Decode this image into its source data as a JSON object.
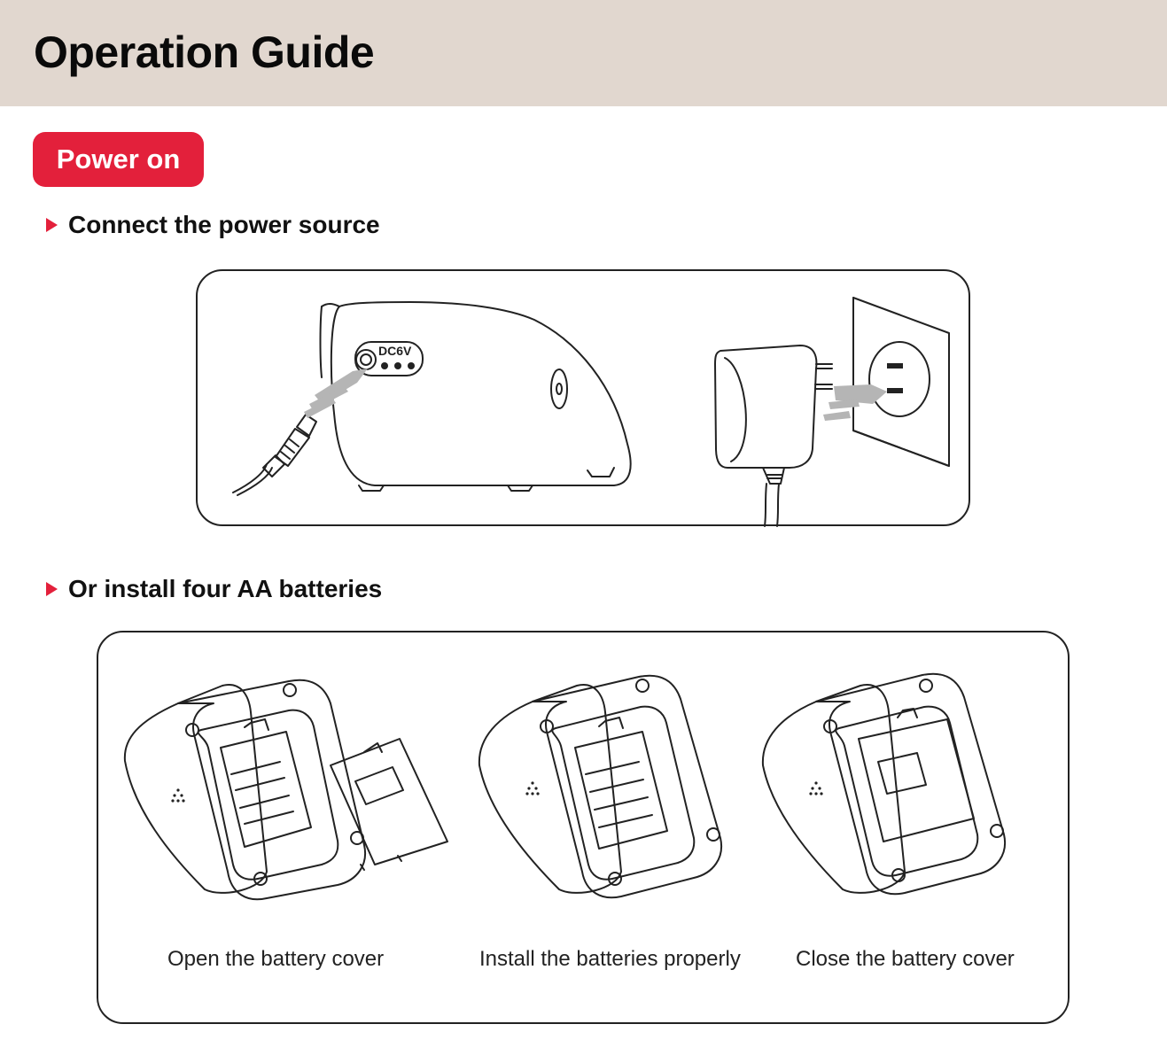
{
  "header": {
    "title": "Operation Guide"
  },
  "section": {
    "badge": "Power on"
  },
  "steps": [
    {
      "heading": "Connect the power source",
      "port_label": "DC6V"
    },
    {
      "heading": "Or install four AA batteries"
    }
  ],
  "battery_captions": [
    "Open the battery cover",
    "Install the batteries properly",
    "Close the battery cover"
  ],
  "colors": {
    "accent": "#e3203b",
    "header_bg": "#e1d7cf",
    "arrow": "#b5b5b5"
  }
}
